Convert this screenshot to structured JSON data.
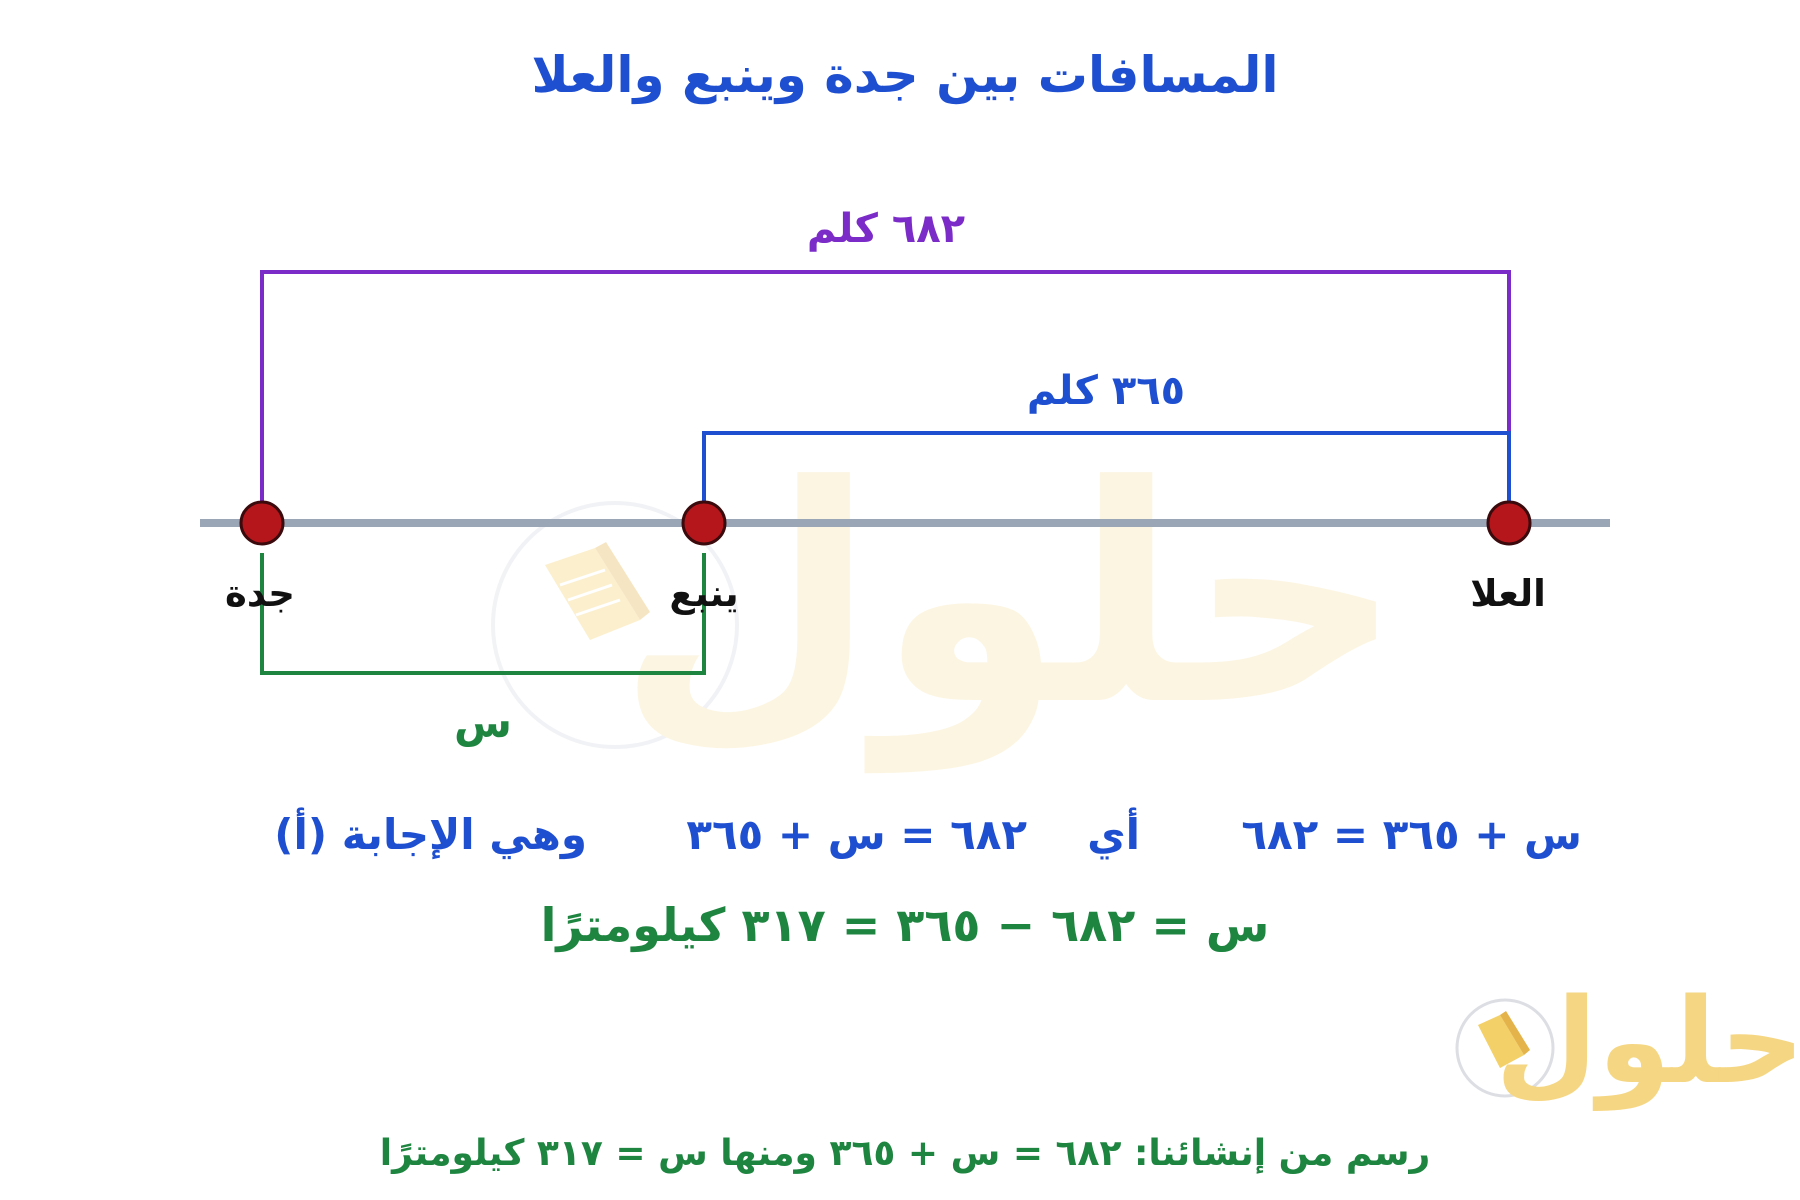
{
  "title": "المسافات بين جدة وينبع والعلا",
  "diagram": {
    "total_label": "٦٨٢ كلم",
    "partial_label": "٣٦٥ كلم",
    "unknown_label": "س",
    "cities": {
      "jeddah": "جدة",
      "yanbu": "ينبع",
      "alula": "العلا"
    },
    "colors": {
      "total_bracket": "#7b2bc8",
      "partial_bracket": "#1f4fd1",
      "unknown_bracket": "#1e8540",
      "axis": "#9aa5b5",
      "point_fill": "#b5161c",
      "point_stroke": "#3a0a0c"
    }
  },
  "equations": {
    "line1_part1": "س + ٣٦٥ = ٦٨٢",
    "line1_part2": "أي",
    "line1_part3": "٦٨٢ = س + ٣٦٥",
    "line1_part4": "وهي الإجابة (أ)",
    "line2": "س = ٦٨٢ − ٣٦٥ = ٣١٧ كيلومترًا"
  },
  "footer": "رسم من إنشائنا: ٦٨٢ = س + ٣٦٥ ومنها س = ٣١٧ كيلومترًا",
  "watermark": {
    "text": "حلول",
    "icon": "book-icon"
  }
}
